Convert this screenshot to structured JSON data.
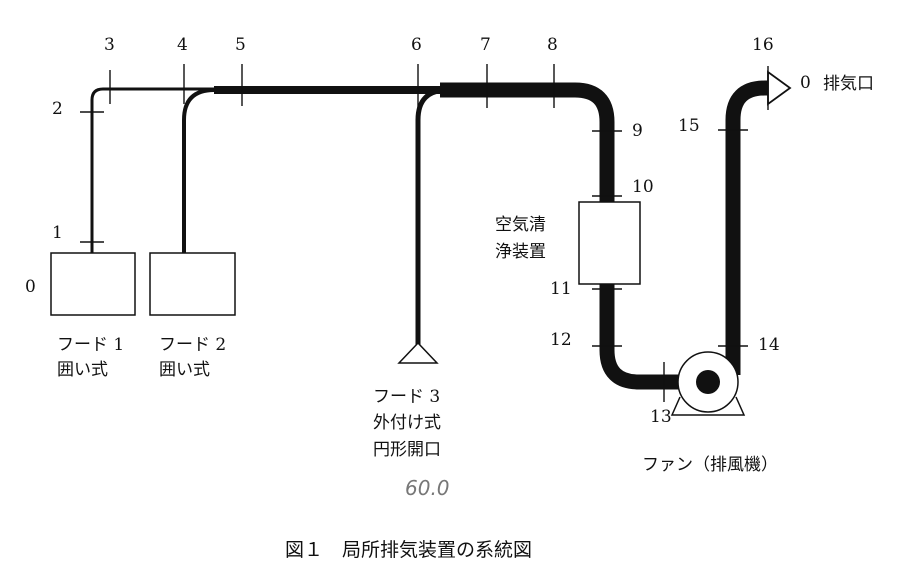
{
  "points": [
    "0",
    "1",
    "2",
    "3",
    "4",
    "5",
    "6",
    "7",
    "8",
    "9",
    "10",
    "11",
    "12",
    "13",
    "14",
    "15",
    "16",
    "0"
  ],
  "hoods": [
    {
      "name": "フード 1",
      "type": "囲い式"
    },
    {
      "name": "フード 2",
      "type": "囲い式"
    },
    {
      "name": "フード 3",
      "type": "外付け式",
      "opening": "円形開口"
    }
  ],
  "cleaner": {
    "line1": "空気清",
    "line2": "浄装置"
  },
  "fan": "ファン（排風機）",
  "exhaust": "排気口",
  "handwritten": "60.0",
  "caption": "図１　局所排気装置の系統図"
}
